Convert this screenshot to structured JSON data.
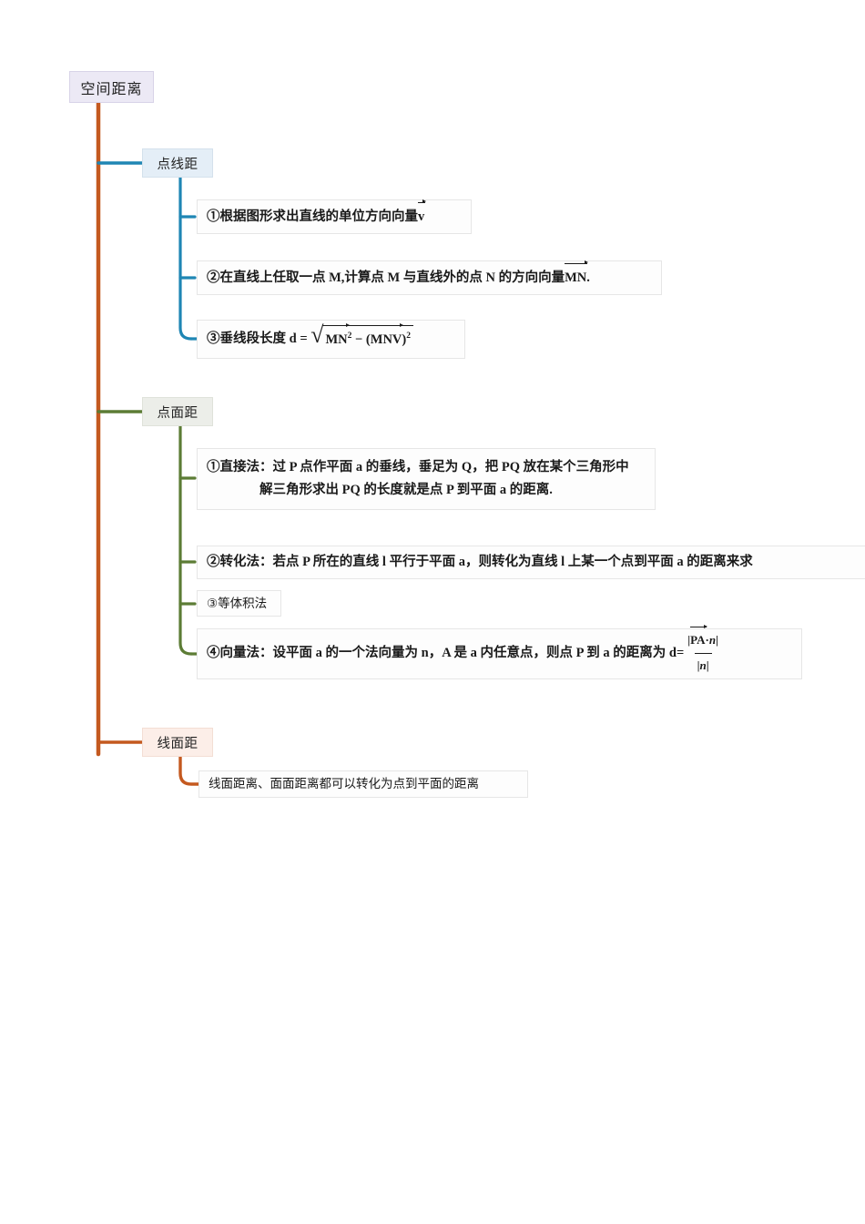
{
  "title": "空间距离 思维导图",
  "colors": {
    "trunk": "#c4591f",
    "branch1": "#1f86b4",
    "branch2": "#5c7c35",
    "branch3": "#c4591f",
    "root_bg": "#ece9f5",
    "branch1_bg": "#e4eef7",
    "branch2_bg": "#eceee9",
    "branch3_bg": "#fceee8",
    "leaf_bg": "#fdfdfd",
    "leaf_border": "#e6e6e6",
    "text": "#1a1a1a"
  },
  "root": {
    "label": "空间距离"
  },
  "branches": [
    {
      "id": "dian-xian-ju",
      "label": "点线距",
      "color": "#1f86b4",
      "leaves": [
        {
          "id": "b1-l1",
          "marker": "①",
          "text": "根据图形求出直线的单位方向向量",
          "vector": "v"
        },
        {
          "id": "b1-l2",
          "marker": "②",
          "text": "在直线上任取一点 M,计算点 M 与直线外的点 N 的方向向量",
          "vector": "MN",
          "suffix": "."
        },
        {
          "id": "b1-l3",
          "marker": "③",
          "text": "垂线段长度 d =",
          "formula": "√( MN² − (MNV)² )",
          "formula_parts": {
            "radicand_a": "MN",
            "exp_a": "2",
            "operator": "−",
            "radicand_b": "MNV",
            "exp_b": "2"
          }
        }
      ]
    },
    {
      "id": "dian-mian-ju",
      "label": "点面距",
      "color": "#5c7c35",
      "leaves": [
        {
          "id": "b2-l1",
          "marker": "①",
          "text": "直接法：过 P 点作平面 a 的垂线，垂足为 Q，把 PQ 放在某个三角形中",
          "text_line2": "解三角形求出 PQ 的长度就是点 P 到平面 a 的距离."
        },
        {
          "id": "b2-l2",
          "marker": "②",
          "text": "转化法：若点 P 所在的直线 l 平行于平面 a，则转化为直线 l 上某一个点到平面 a 的距离来求"
        },
        {
          "id": "b2-l3",
          "marker": "③",
          "text": "等体积法",
          "plain": true
        },
        {
          "id": "b2-l4",
          "marker": "④",
          "text": "向量法：设平面 a 的一个法向量为 n，A 是 a 内任意点，则点 P 到 a 的距离为 d=",
          "formula_numerator": "|PA · n|",
          "formula_denominator": "|n|"
        }
      ]
    },
    {
      "id": "xian-mian-ju",
      "label": "线面距",
      "color": "#c4591f",
      "leaves": [
        {
          "id": "b3-l1",
          "text": "线面距离、面面距离都可以转化为点到平面的距离",
          "plain": true
        }
      ]
    }
  ]
}
